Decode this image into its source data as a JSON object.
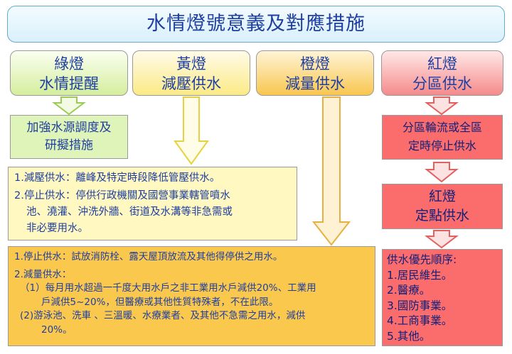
{
  "title": "水情燈號意義及對應措施",
  "columns": [
    {
      "line1": "綠燈",
      "line2": "水情提醒"
    },
    {
      "line1": "黃燈",
      "line2": "減壓供水"
    },
    {
      "line1": "橙燈",
      "line2": "減量供水"
    },
    {
      "line1": "紅燈",
      "line2": "分區供水"
    }
  ],
  "green_measure": {
    "line1": "加強水源調度及",
    "line2": "研擬措施"
  },
  "yellow_measures": {
    "item1": "1.減壓供水：離峰及特定時段降低管壓供水。",
    "item2_line1": "2.停止供水：停供行政機關及國營事業轄管噴水",
    "item2_line2": "池、澆灌、沖洗外牆、街道及水溝等非急需或",
    "item2_line3": "非必要用水。"
  },
  "orange_measures": {
    "item1": "1.停止供水：試放消防栓、露天屋頂放流及其他得停供之用水。",
    "item2": "2.減量供水：",
    "sub1_line1": "（1）每月用水超過一千度大用水戶之非工業用水戶減供20%、工業用",
    "sub1_line2": "戶減供5~20%，但醫療或其他性質特殊者，不在此限。",
    "sub2_line1": "(2)游泳池、洗車 、三溫暖、水療業者、及其他不急需之用水，減供",
    "sub2_line2": "20%。"
  },
  "red_measure": {
    "line1": "分區輪流或全區",
    "line2": "定時停止供水"
  },
  "red_fixed": {
    "line1": "紅燈",
    "line2": "定點供水"
  },
  "priority": {
    "heading": "供水優先順序:",
    "items": [
      "1.居民維生。",
      "2.醫療。",
      "3.國防事業。",
      "4.工商事業。",
      "5.其他。"
    ]
  },
  "colors": {
    "green": "#d4ee9e",
    "yellow": "#fff8c0",
    "orange": "#fbc84e",
    "red": "#fb6d6d",
    "text": "#1f3fa0"
  }
}
